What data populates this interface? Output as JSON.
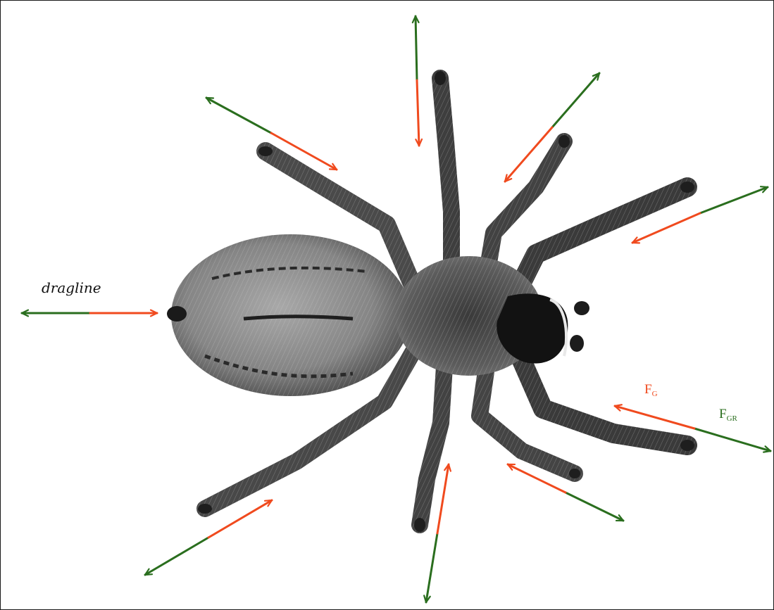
{
  "labels": {
    "dragline": "dragline",
    "fg_main": "F",
    "fg_sub": "G",
    "fgr_main": "F",
    "fgr_sub": "GR"
  },
  "colors": {
    "gravity_force": "#f04a1e",
    "ground_reaction_force": "#2a6e1e",
    "label_text": "#111111"
  }
}
